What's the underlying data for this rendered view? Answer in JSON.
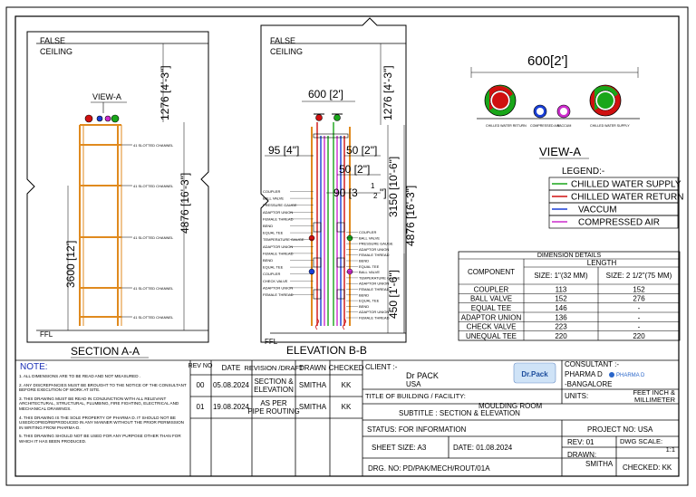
{
  "colors": {
    "chilled_water_supply": "#19a619",
    "chilled_water_return": "#d01010",
    "vaccum": "#1a3fd6",
    "compressed_air": "#cc2ccc",
    "pipe_frame": "#e08a1e",
    "ink": "#000000"
  },
  "section_aa": {
    "title": "SECTION A-A",
    "false_ceiling": [
      "FALSE",
      "CEILING"
    ],
    "view_label": "VIEW-A",
    "dim_top": "1276 [4'-3\"]",
    "dim_mid": "4876 [16'-3\"]",
    "dim_left": "3600 [12']",
    "ffl": "FFL",
    "channel_labels": [
      "41 SLOTTED CHANNEL",
      "41 SLOTTED CHANNEL",
      "41 SLOTTED CHANNEL",
      "41 SLOTTED CHANNEL",
      "41 SLOTTED CHANNEL"
    ]
  },
  "elevation_bb": {
    "title": "ELEVATION B-B",
    "false_ceiling": [
      "FALSE",
      "CEILING"
    ],
    "dim_top_width": "600 [2']",
    "dim_top_height": "1276 [4'-3\"]",
    "dim_95": "95 [4\"]",
    "dim_50a": "50 [2\"]",
    "dim_50b": "50 [2\"]",
    "dim_90": "90 [3",
    "dim_90_frac_num": "1",
    "dim_90_frac_den": "2",
    "dim_90_tail": "\"]",
    "dim_3150": "3150 [10'-6\"]",
    "dim_4876": "4876 [16'-3\"]",
    "dim_450": "450 [1'-6\"]",
    "ffl": "FFL",
    "left_labels": [
      "COUPLER",
      "BALL VALVE",
      "PRESSURE GAUGE",
      "ADAPTOR UNION",
      "FEMALE THREAD",
      "BEND",
      "EQUAL TEE",
      "TEMPERATURE GAUGE",
      "ADAPTOR UNION",
      "FEMALE THREAD",
      "BEND",
      "EQUAL TEE",
      "COUPLER",
      "CHECK VALVE",
      "ADAPTOR UNION",
      "FEMALE THREAD"
    ],
    "right_labels": [
      "COUPLER",
      "BALL VALVE",
      "PRESSURE GAUGE",
      "ADAPTOR UNION",
      "FEMALE THREAD",
      "BEND",
      "EQUAL TEE",
      "BALL VALVE",
      "TEMPERATURE GAUGE",
      "ADAPTOR UNION",
      "FEMALE THREAD",
      "BEND",
      "EQUAL TEE",
      "BEND",
      "ADAPTOR UNION",
      "FEMALE THREAD"
    ]
  },
  "view_a": {
    "dim": "600[2']",
    "title": "VIEW-A",
    "pipe_labels": [
      "CHILLED WATER RETURN",
      "COMPRESSED AIR",
      "VACCUM",
      "CHILLED WATER SUPPLY"
    ]
  },
  "legend": {
    "title": "LEGEND:-",
    "items": [
      {
        "label": "CHILLED WATER SUPPLY",
        "color": "#19a619"
      },
      {
        "label": "CHILLED WATER RETURN",
        "color": "#d01010"
      },
      {
        "label": "VACCUM",
        "color": "#1a3fd6"
      },
      {
        "label": "COMPRESSED AIR",
        "color": "#cc2ccc"
      }
    ]
  },
  "dimension_details": {
    "title": "DIMENSION DETAILS",
    "component_header": "COMPONENT",
    "length_header": "LENGTH",
    "size1_header": "SIZE: 1\"(32 MM)",
    "size2_header": "SIZE: 2 1/2\"(75 MM)",
    "rows": [
      {
        "component": "COUPLER",
        "s1": "113",
        "s2": "152"
      },
      {
        "component": "BALL VALVE",
        "s1": "152",
        "s2": "276"
      },
      {
        "component": "EQUAL TEE",
        "s1": "146",
        "s2": "-"
      },
      {
        "component": "ADAPTOR UNION",
        "s1": "136",
        "s2": "-"
      },
      {
        "component": "CHECK VALVE",
        "s1": "223",
        "s2": "-"
      },
      {
        "component": "UNEQUAL TEE",
        "s1": "220",
        "s2": "220"
      }
    ]
  },
  "notes": {
    "title": "NOTE:",
    "items": [
      "1. ALL DIMENSIONS ARE TO BE READ AND NOT MEASURED .",
      "2. ANY DISCREPANCIES MUST BE BROUGHT TO THE NOTICE OF THE CONSULTANT BEFORE EXECUTION OF WORK AT SITE.",
      "3. THIS DRAWING MUST BE READ IN CONJUNCTION WITH ALL RELEVANT ARCHITECTURAL, STRUCTURAL, PLUMBING, FIRE FIGHTING, ELECTRICAL AND MECHANICAL DRAWINGS.",
      "4. THIS DRAWING IS THE SOLE PROPERTY OF PHARMA D. IT SHOULD NOT BE USED/COPIED/REPRODUCED IN ANY MANNER WITHOUT THE PRIOR PERMISSION IN WRITING FROM PHARMA-D.",
      "5. THIS DRAWING SHOULD NOT BE USED FOR ANY PURPOSE OTHER THAN FOR WHICH IT HAS BEEN PRODUCED."
    ]
  },
  "revisions": {
    "headers": {
      "rev": "REV NO",
      "date": "DATE",
      "revision": "REVISION /DRAFT",
      "drawn": "DRAWN",
      "checked": "CHECKED"
    },
    "rows": [
      {
        "rev": "00",
        "date": "05.08.2024",
        "revision": "SECTION & ELEVATION",
        "drawn": "SMITHA",
        "checked": "KK"
      },
      {
        "rev": "01",
        "date": "19.08.2024",
        "revision": "AS PER PIPE ROUTING",
        "drawn": "SMITHA",
        "checked": "KK"
      }
    ]
  },
  "title_block": {
    "client_label": "CLIENT :-",
    "client_name": "Dr PACK",
    "client_country": "USA",
    "client_logo": "Dr.Pack",
    "consultant_label": "CONSULTANT :-",
    "consultant_name": "PHARMA D",
    "consultant_logo": "PHARMA D",
    "consultant_city": "-BANGALORE",
    "units_label": "UNITS:",
    "units_value": "FEET INCH & MILLIMETER",
    "building_label": "TITLE OF BUILDING / FACILITY:",
    "building_value": "MOULDING ROOM",
    "subtitle": "SUBTITLE :  SECTION & ELEVATION",
    "status": "STATUS:  FOR INFORMATION",
    "project_no": "PROJECT NO:  USA",
    "sheet_size": "SHEET SIZE:   A3",
    "date": "DATE:  01.08.2024",
    "rev": "REV:  01",
    "dwg_scale_label": "DWG SCALE:",
    "dwg_scale_value": "1:1",
    "drawn_label": "DRAWN:",
    "drawn_value": "SMITHA",
    "checked": "CHECKED: KK",
    "drg_no": "DRG. NO:  PD/PAK/MECH/ROUT/01A"
  }
}
